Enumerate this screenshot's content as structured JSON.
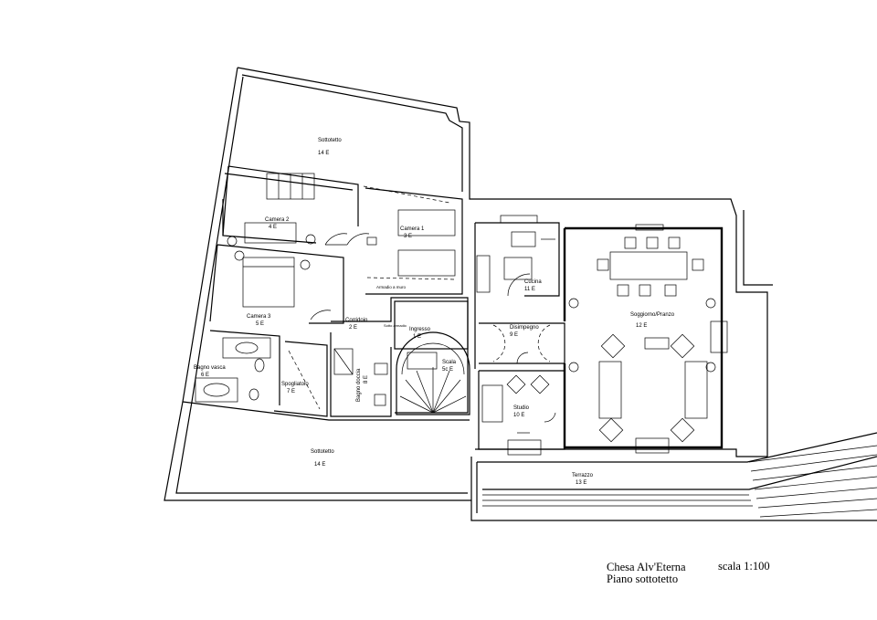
{
  "rooms": [
    {
      "name": "Sottotetto",
      "code": "14 E",
      "id": "sottotetto-top"
    },
    {
      "name": "Camera 2",
      "code": "4 E",
      "id": "camera-2"
    },
    {
      "name": "Camera 1",
      "code": "3 E",
      "id": "camera-1"
    },
    {
      "name": "Camera 3",
      "code": "5 E",
      "id": "camera-3"
    },
    {
      "name": "Corridoio",
      "code": "2 E",
      "id": "corridoio"
    },
    {
      "name": "Ingresso",
      "code": "1 E",
      "id": "ingresso"
    },
    {
      "name": "Cucina",
      "code": "11 E",
      "id": "cucina"
    },
    {
      "name": "Disimpegno",
      "code": "9 E",
      "id": "disimpegno"
    },
    {
      "name": "Soggiorno/Pranzo",
      "code": "12 E",
      "id": "soggiorno"
    },
    {
      "name": "Bagno vasca",
      "code": "6 E",
      "id": "bagno-vasca"
    },
    {
      "name": "Spogliatoio",
      "code": "7 E",
      "id": "spogliatoio"
    },
    {
      "name": "Bagno doccia",
      "code": "8 E",
      "id": "bagno-doccia"
    },
    {
      "name": "Scala",
      "code": "5c E",
      "id": "scala"
    },
    {
      "name": "Studio",
      "code": "10 E",
      "id": "studio"
    },
    {
      "name": "Sottotetto",
      "code": "14 E",
      "id": "sottotetto-bottom"
    },
    {
      "name": "Terrazzo",
      "code": "13 E",
      "id": "terrazzo"
    }
  ],
  "notes": {
    "armadio_a_muro": "Armadio a muro",
    "camera1_closet": "Sotto armadio"
  },
  "title_block": {
    "project": "Chesa Alv'Eterna",
    "sheet": "Piano sottotetto",
    "scale": "scala 1:100"
  }
}
